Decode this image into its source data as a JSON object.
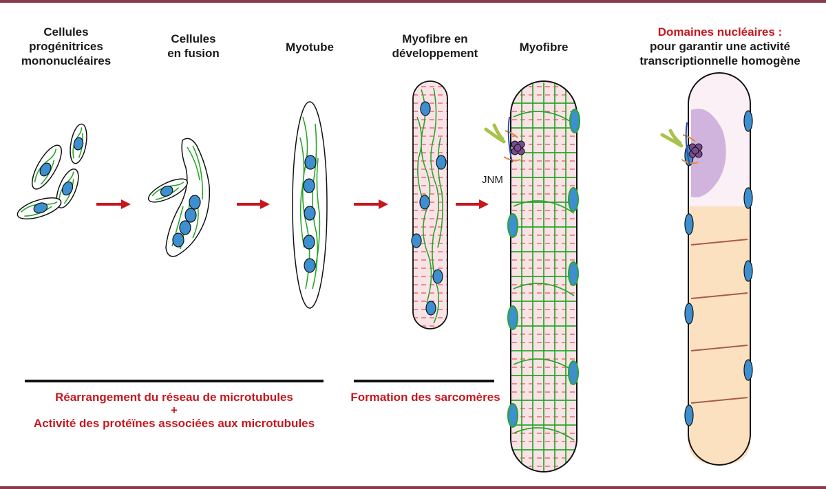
{
  "stages": [
    {
      "line1": "Cellules",
      "line2": "progénitrices",
      "line3": "mononucléaires"
    },
    {
      "line1": "Cellules",
      "line2": "en fusion"
    },
    {
      "line1": "Myotube"
    },
    {
      "line1": "Myofibre en",
      "line2": "développement"
    },
    {
      "line1": "Myofibre"
    }
  ],
  "domains": {
    "title": "Domaines nucléaires :",
    "line2": "pour garantir une activité",
    "line3": "transcriptionnelle homogène"
  },
  "jnm_label": "JNM",
  "captions": {
    "microtubules": "Réarrangement du réseau de microtubules",
    "plus": "+",
    "maps": "Activité des protéïnes associées aux microtubules",
    "sarcomeres": "Formation des sarcomères"
  },
  "colors": {
    "border": "#8a3a48",
    "arrow": "#c8161d",
    "nucleus": "#3d8fcf",
    "microtubule": "#2aa52a",
    "fibre": "#f9e3e6",
    "domain": "#c9a9d8",
    "sarcomere": "#fbe1c0"
  }
}
